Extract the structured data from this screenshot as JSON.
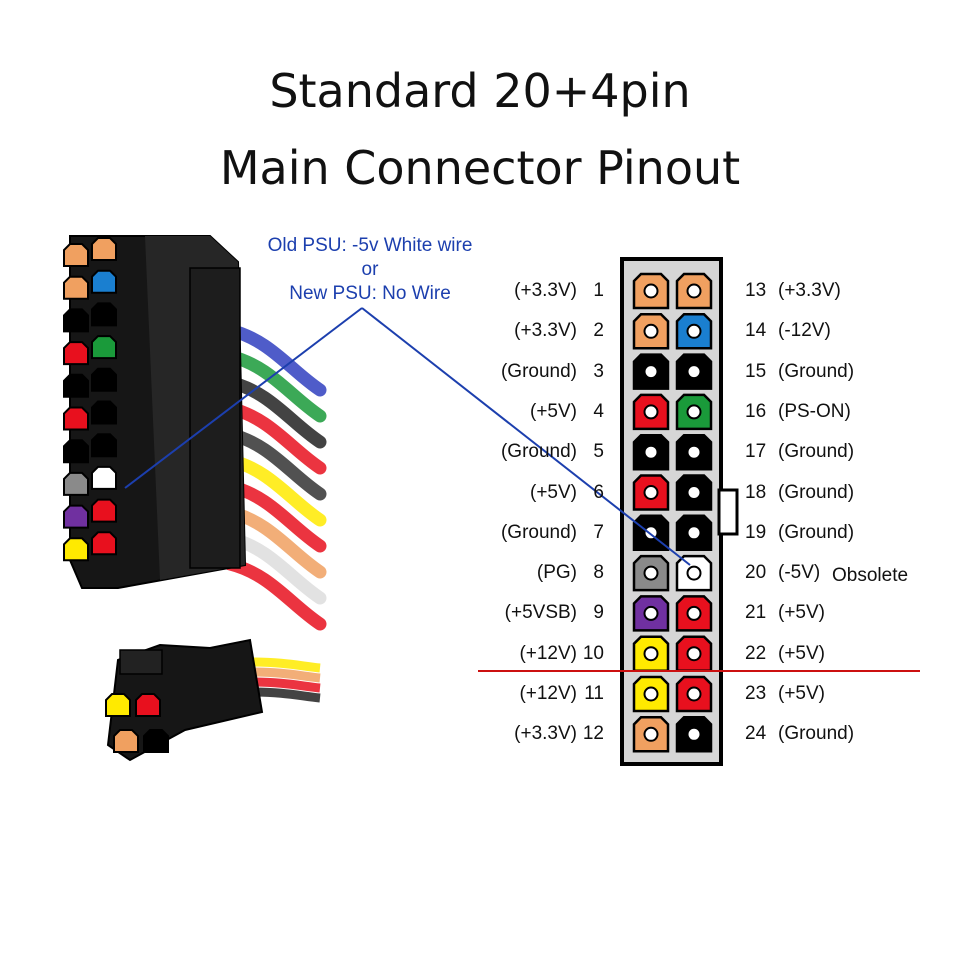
{
  "title": {
    "line1": "Standard 20+4pin",
    "line2": "Main Connector Pinout"
  },
  "note": {
    "line1": "Old PSU: -5v White wire",
    "line2": "or",
    "line3": "New PSU: No Wire"
  },
  "obsolete_label": "Obsolete",
  "colors": {
    "orange": "#f0a060",
    "blue": "#1a7fd0",
    "black": "#000000",
    "green": "#1a9a3a",
    "red": "#e8101e",
    "gray": "#8a8a8a",
    "white": "#ffffff",
    "purple": "#7030a0",
    "yellow": "#ffea00",
    "connector_body": "#d6d6d6",
    "annotation_line": "#1c3fae",
    "split_line": "#cc1010"
  },
  "pins_left": [
    {
      "num": "1",
      "label": "(+3.3V)",
      "color": "orange"
    },
    {
      "num": "2",
      "label": "(+3.3V)",
      "color": "orange"
    },
    {
      "num": "3",
      "label": "(Ground)",
      "color": "black"
    },
    {
      "num": "4",
      "label": "(+5V)",
      "color": "red"
    },
    {
      "num": "5",
      "label": "(Ground)",
      "color": "black"
    },
    {
      "num": "6",
      "label": "(+5V)",
      "color": "red"
    },
    {
      "num": "7",
      "label": "(Ground)",
      "color": "black"
    },
    {
      "num": "8",
      "label": "(PG)",
      "color": "gray"
    },
    {
      "num": "9",
      "label": "(+5VSB)",
      "color": "purple"
    },
    {
      "num": "10",
      "label": "(+12V)",
      "color": "yellow"
    },
    {
      "num": "11",
      "label": "(+12V)",
      "color": "yellow"
    },
    {
      "num": "12",
      "label": "(+3.3V)",
      "color": "orange"
    }
  ],
  "pins_right": [
    {
      "num": "13",
      "label": "(+3.3V)",
      "color": "orange"
    },
    {
      "num": "14",
      "label": "(-12V)",
      "color": "blue"
    },
    {
      "num": "15",
      "label": "(Ground)",
      "color": "black"
    },
    {
      "num": "16",
      "label": "(PS-ON)",
      "color": "green"
    },
    {
      "num": "17",
      "label": "(Ground)",
      "color": "black"
    },
    {
      "num": "18",
      "label": "(Ground)",
      "color": "black"
    },
    {
      "num": "19",
      "label": "(Ground)",
      "color": "black"
    },
    {
      "num": "20",
      "label": "(-5V)",
      "color": "white"
    },
    {
      "num": "21",
      "label": "(+5V)",
      "color": "red"
    },
    {
      "num": "22",
      "label": "(+5V)",
      "color": "red"
    },
    {
      "num": "23",
      "label": "(+5V)",
      "color": "red"
    },
    {
      "num": "24",
      "label": "(Ground)",
      "color": "black"
    }
  ],
  "photo_main_left": [
    "orange",
    "orange",
    "black",
    "red",
    "black",
    "red",
    "black",
    "gray",
    "purple",
    "yellow"
  ],
  "photo_main_right": [
    "orange",
    "blue",
    "black",
    "green",
    "black",
    "black",
    "black",
    "white",
    "red",
    "red"
  ],
  "photo_aux_top": [
    "yellow",
    "red"
  ],
  "photo_aux_bottom": [
    "orange",
    "black"
  ]
}
